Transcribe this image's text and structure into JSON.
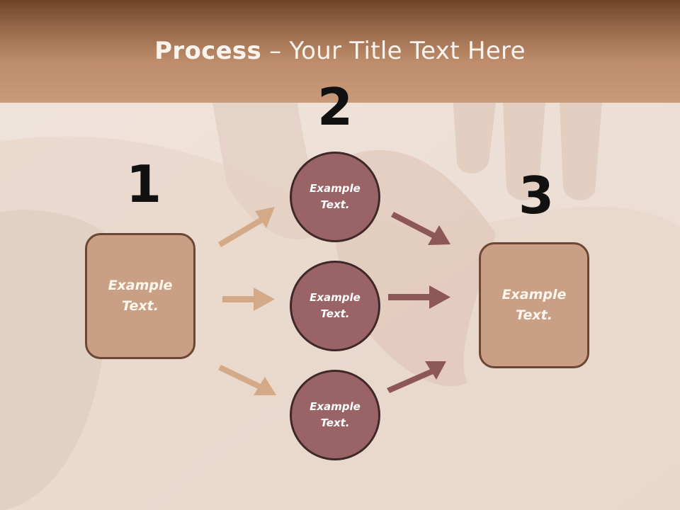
{
  "title": {
    "bold": "Process",
    "rest": " – Your Title Text Here"
  },
  "steps": {
    "one": "1",
    "two": "2",
    "three": "3"
  },
  "boxes": {
    "left": "Example\nText.",
    "right": "Example\nText."
  },
  "circles": [
    "Example\nText.",
    "Example\nText.",
    "Example\nText."
  ],
  "colors": {
    "header": "#9b6b4c",
    "box_fill": "#c9a085",
    "circle_fill": "#9a6466",
    "arrow_left": "#d3a987",
    "arrow_right": "#8d5657"
  }
}
